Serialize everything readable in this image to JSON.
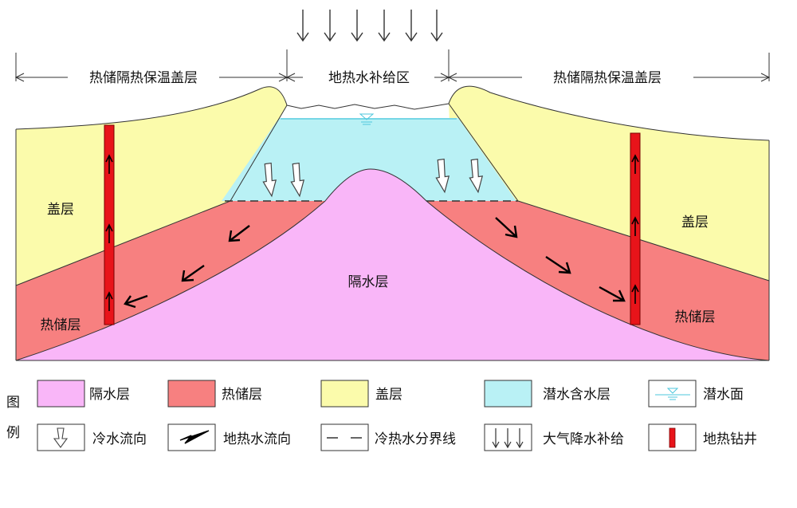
{
  "top_labels": {
    "left_caprock": "热储隔热保温盖层",
    "recharge_zone": "地热水补给区",
    "right_caprock": "热储隔热保温盖层"
  },
  "zone_labels": {
    "cap_left": "盖层",
    "cap_right": "盖层",
    "reservoir_left": "热储层",
    "reservoir_right": "热储层",
    "aquiclude": "隔水层"
  },
  "legend": {
    "title": "图例",
    "items": [
      {
        "label": "隔水层"
      },
      {
        "label": "热储层"
      },
      {
        "label": "盖层"
      },
      {
        "label": "潜水含水层"
      },
      {
        "label": "潜水面"
      },
      {
        "label": "冷水流向"
      },
      {
        "label": "地热水流向"
      },
      {
        "label": "冷热水分界线"
      },
      {
        "label": "大气降水补给"
      },
      {
        "label": "地热钻井"
      }
    ]
  },
  "colors": {
    "aquiclude": "#f9b6f8",
    "reservoir": "#f78080",
    "caprock": "#fbfbab",
    "phreatic": "#b9f1f5",
    "well": "#e8141a",
    "water_table": "#4ec7dd"
  }
}
